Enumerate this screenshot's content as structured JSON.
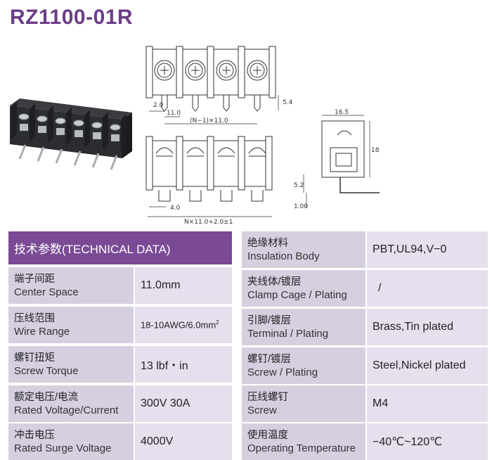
{
  "title": "RZ1100-01R",
  "drawings": {
    "top_view": {
      "dim_pitch": "2.0",
      "dim_center": "11.0",
      "dim_span": "(N−1)×11.0",
      "dim_pin_len": "5.4"
    },
    "front_view": {
      "dim_offset": "4.0",
      "dim_total": "N×11.0+2.0±1"
    },
    "side_view": {
      "dim_width": "16.5",
      "dim_height": "18.2",
      "dim_pin": "5.2",
      "dim_pin_dia": "1.00"
    }
  },
  "table": {
    "header": "技术参数(TECHNICAL DATA)",
    "left_rows": [
      {
        "zh": "端子间距",
        "en": "Center Space",
        "value": "11.0mm"
      },
      {
        "zh": "压线范围",
        "en": "Wire Range",
        "value": "18-10AWG/6.0mm",
        "sup": "2"
      },
      {
        "zh": "螺钉扭矩",
        "en": "Screw Torque",
        "value": "13 lbf・in"
      },
      {
        "zh": "额定电压/电流",
        "en": "Rated Voltage/Current",
        "value": "300V 30A"
      },
      {
        "zh": "冲击电压",
        "en": "Rated Surge Voltage",
        "value": "4000V"
      }
    ],
    "right_rows": [
      {
        "zh": "绝缘材料",
        "en": "Insulation Body",
        "value": "PBT,UL94,V−0"
      },
      {
        "zh": "夹线体/镀层",
        "en": "Clamp Cage / Plating",
        "value": "/"
      },
      {
        "zh": "引脚/镀层",
        "en": "Terminal / Plating",
        "value": "Brass,Tin plated"
      },
      {
        "zh": "螺钉/镀层",
        "en": "Screw / Plating",
        "value": "Steel,Nickel plated"
      },
      {
        "zh": "压线螺钉",
        "en": "Screw",
        "value": "M4"
      },
      {
        "zh": "使用温度",
        "en": "Operating Temperature",
        "value": "−40℃~120℃"
      }
    ]
  },
  "colors": {
    "brand_purple": "#6b3d86",
    "header_purple": "#7a4a95",
    "label_bg": "#d6cfe0",
    "value_bg": "#e6e0ee"
  }
}
